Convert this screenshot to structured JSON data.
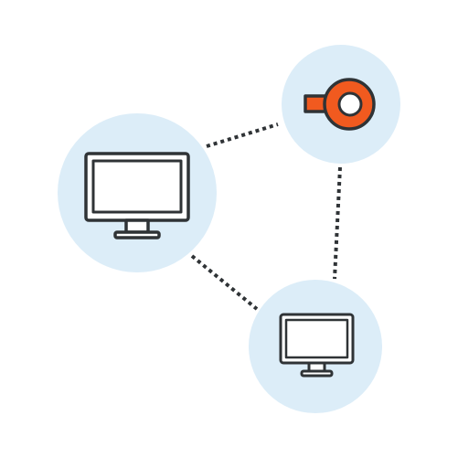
{
  "diagram": {
    "nodes": [
      {
        "id": "desktop-large",
        "icon": "desktop-monitor-icon"
      },
      {
        "id": "connector",
        "icon": "orange-connector-icon"
      },
      {
        "id": "desktop-small",
        "icon": "desktop-monitor-icon"
      }
    ],
    "edges": [
      {
        "from": "desktop-large",
        "to": "connector",
        "style": "dotted"
      },
      {
        "from": "connector",
        "to": "desktop-small",
        "style": "dotted"
      },
      {
        "from": "desktop-large",
        "to": "desktop-small",
        "style": "dotted"
      }
    ]
  },
  "colors": {
    "background": "#ffffff",
    "node_fill": "#dcedf8",
    "stroke": "#2f3336",
    "accent": "#f15a1f",
    "screen_fill": "#ffffff"
  }
}
